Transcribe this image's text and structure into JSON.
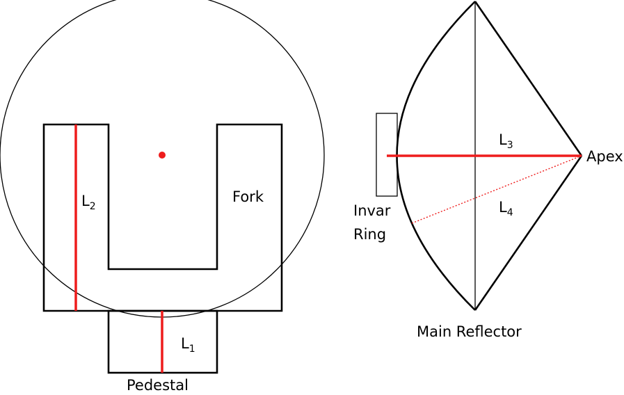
{
  "colors": {
    "stroke": "#000000",
    "accent": "#ee1c1c",
    "background": "#ffffff"
  },
  "left_diagram": {
    "labels": {
      "fork": "Fork",
      "pedestal": "Pedestal",
      "l2_main": "L",
      "l2_sub": "2",
      "l1_main": "L",
      "l1_sub": "1"
    }
  },
  "right_diagram": {
    "labels": {
      "invar_line1": "Invar",
      "invar_line2": "Ring",
      "apex": "Apex",
      "main_reflector": "Main Reflector",
      "l3_main": "L",
      "l3_sub": "3",
      "l4_main": "L",
      "l4_sub": "4"
    }
  }
}
